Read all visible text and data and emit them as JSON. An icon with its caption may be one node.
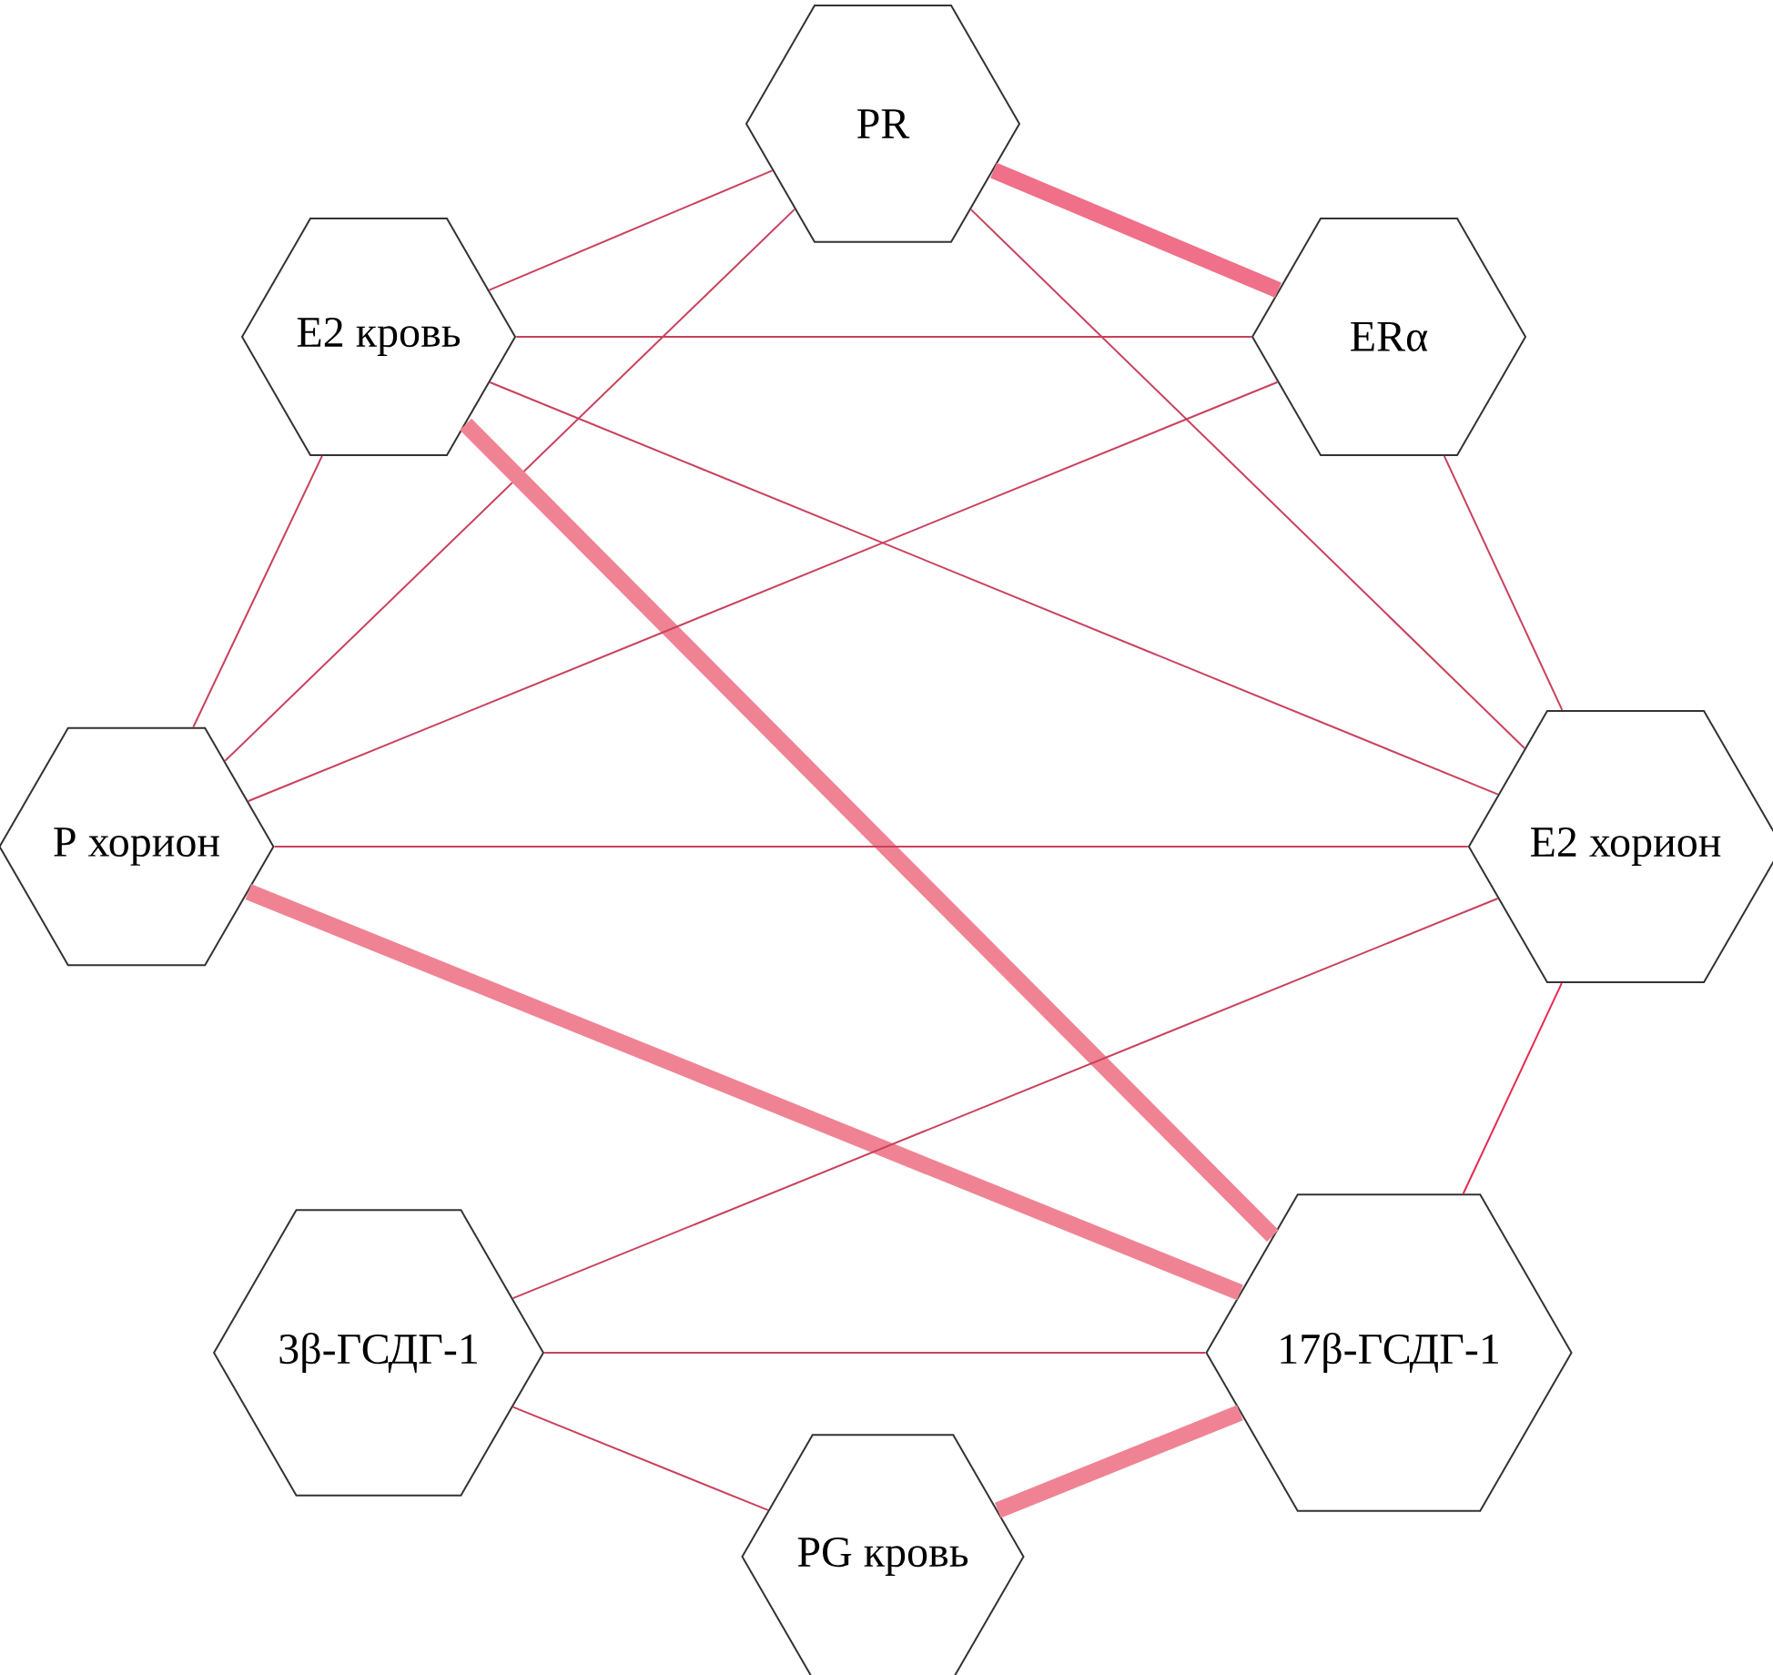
{
  "diagram": {
    "nodes": [
      {
        "text": [
          "PR"
        ]
      },
      {
        "text": [
          "E2 кровь"
        ]
      },
      {
        "text": [
          "ERα"
        ]
      },
      {
        "text": [
          "P хорион"
        ]
      },
      {
        "text": [
          "E2 хорион"
        ]
      },
      {
        "text": [
          "3β-ГСДГ-1"
        ]
      },
      {
        "text": [
          "17β-ГСДГ-1"
        ]
      },
      {
        "text": [
          "PG кровь"
        ]
      }
    ],
    "edges": [
      {
        "from": 0,
        "to": 2,
        "arrow": "none",
        "style": "thick",
        "color": "#ef7088"
      },
      {
        "from": 0,
        "to": 1,
        "arrow": "none"
      },
      {
        "from": 0,
        "to": 3,
        "arrow": "none"
      },
      {
        "from": 0,
        "to": 4,
        "arrow": "none"
      },
      {
        "from": 1,
        "to": 2,
        "arrow": "none"
      },
      {
        "from": 1,
        "to": 3,
        "arrow": "none"
      },
      {
        "from": 1,
        "to": 4,
        "arrow": "none"
      },
      {
        "from": 1,
        "to": 6,
        "arrow": "none",
        "style": "thick",
        "color": "#f08393"
      },
      {
        "from": 2,
        "to": 3,
        "arrow": "none"
      },
      {
        "from": 2,
        "to": 4,
        "arrow": "none"
      },
      {
        "from": 3,
        "to": 4,
        "arrow": "none"
      },
      {
        "from": 3,
        "to": 6,
        "arrow": "none",
        "style": "thick",
        "color": "#f08393"
      },
      {
        "from": 4,
        "to": 5,
        "arrow": "none"
      },
      {
        "from": 4,
        "to": 6,
        "arrow": "none",
        "color": "#e8284e"
      },
      {
        "from": 5,
        "to": 6,
        "arrow": "none"
      },
      {
        "from": 5,
        "to": 7,
        "arrow": "none"
      },
      {
        "from": 7,
        "to": 6,
        "arrow": "none",
        "style": "thick",
        "color": "#f08393"
      }
    ]
  }
}
